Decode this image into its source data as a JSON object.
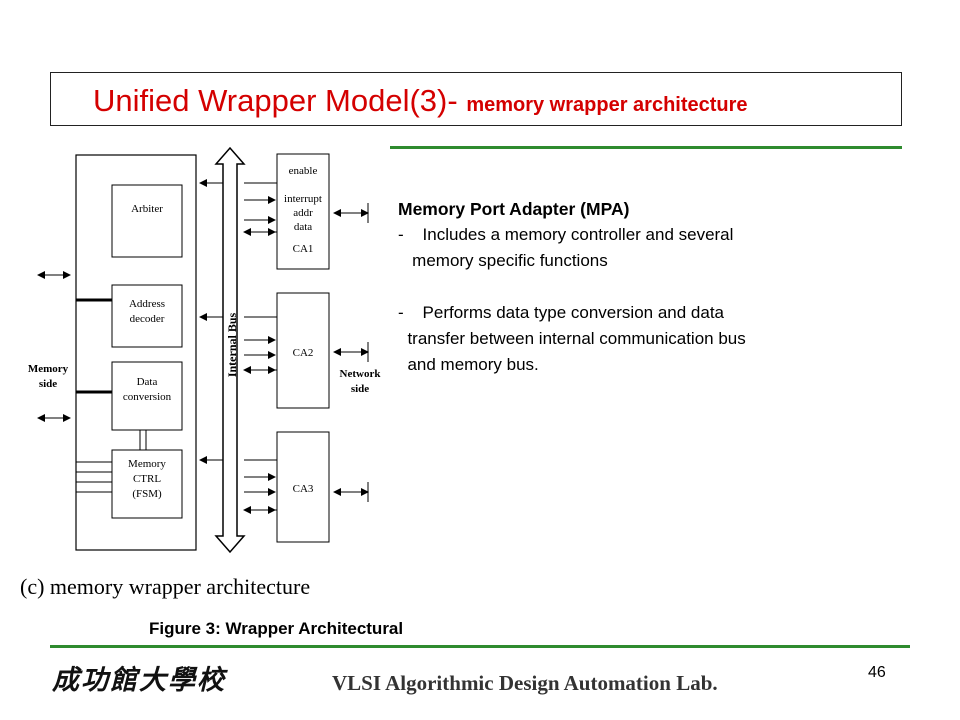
{
  "title": {
    "main": "Unified Wrapper Model(3)-",
    "sub": "memory wrapper architecture"
  },
  "description": {
    "heading": "Memory Port Adapter (MPA)",
    "lines": [
      "-    Includes a memory controller and several",
      "   memory specific functions",
      "",
      "-    Performs data type conversion and data",
      "  transfer between internal communication bus",
      "  and memory bus."
    ]
  },
  "diagram": {
    "blocks": {
      "arbiter": "Arbiter",
      "address_decoder": [
        "Address",
        "decoder"
      ],
      "data_conversion": [
        "Data",
        "conversion"
      ],
      "memory_ctrl": [
        "Memory",
        "CTRL",
        "(FSM)"
      ]
    },
    "bus_label": "Internal Bus",
    "ca1_signals": [
      "enable",
      "interrupt",
      "addr",
      "data"
    ],
    "ca_labels": [
      "CA1",
      "CA2",
      "CA3"
    ],
    "memory_side": [
      "Memory",
      "side"
    ],
    "network_side": [
      "Network",
      "side"
    ],
    "caption": "(c) memory wrapper architecture"
  },
  "figure_caption": "Figure 3: Wrapper Architectural",
  "footer": {
    "university": "成功館大學校",
    "lab": "VLSI Algorithmic Design Automation Lab.",
    "page_number": "46"
  },
  "colors": {
    "title": "#d40000",
    "rule": "#2e8b2e"
  }
}
